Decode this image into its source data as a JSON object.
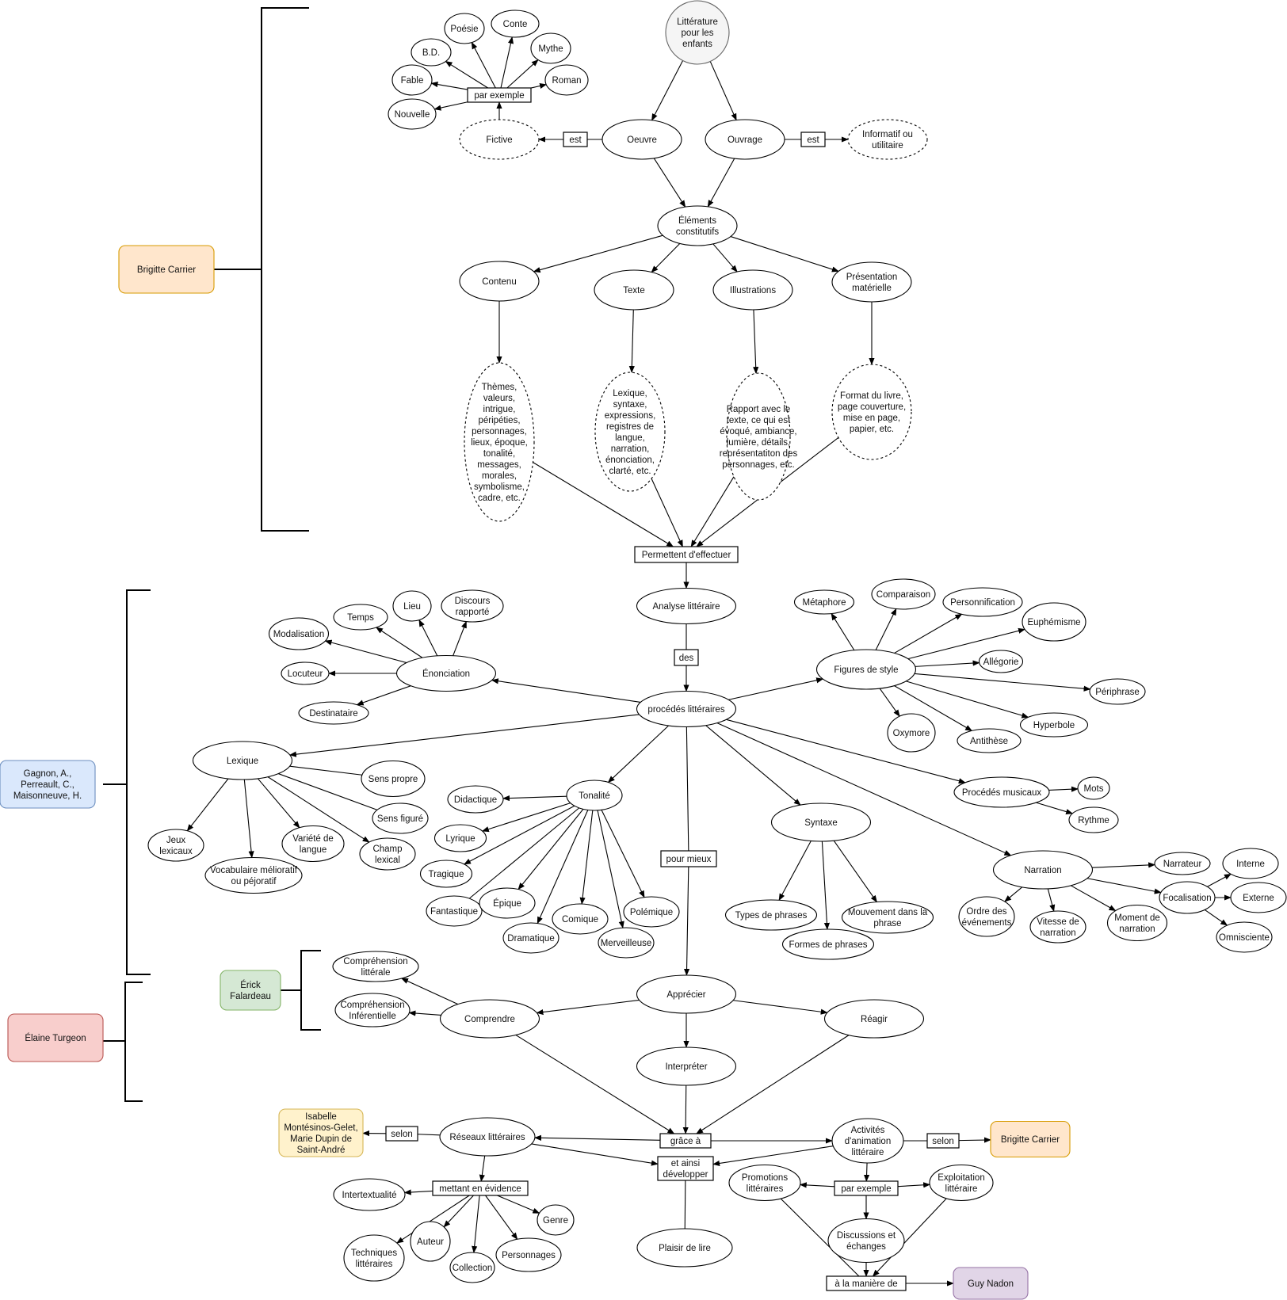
{
  "title": "Littérature pour les enfants",
  "nodes": {
    "root": "Littérature\npour les\nenfants",
    "oeuvre": "Oeuvre",
    "ouvrage": "Ouvrage",
    "est1": "est",
    "est2": "est",
    "fictive": "Fictive",
    "informatif": "Informatif ou\nutilitaire",
    "par_exemple1": "par exemple",
    "nouvelle": "Nouvelle",
    "fable": "Fable",
    "bd": "B.D.",
    "poesie": "Poésie",
    "conte": "Conte",
    "mythe": "Mythe",
    "roman": "Roman",
    "elements": "Éléments\nconstitutifs",
    "contenu": "Contenu",
    "texte": "Texte",
    "illustrations": "Illustrations",
    "presentation": "Présentation\nmatérielle",
    "themes": "Thèmes,\nvaleurs,\nintrigue,\npéripéties,\npersonnages,\nlieux, époque,\ntonalité,\nmessages,\nmorales,\nsymbolisme,\ncadre, etc.",
    "lexique_desc": "Lexique,\nsyntaxe,\nexpressions,\nregistres de\nlangue,\nnarration,\nénonciation,\nclarté, etc.",
    "rapport": "Rapport avec le\ntexte, ce qui est\névoqué, ambiance,\nlumière, détails,\nreprésentatiton des\npersonnages, etc.",
    "format": "Format du livre,\npage couverture,\nmise en page,\npapier, etc.",
    "permettent": "Permettent d'effectuer",
    "analyse": "Analyse littéraire",
    "des": "des",
    "procedes": "procédés littéraires",
    "enonciation": "Énonciation",
    "modalisation": "Modalisation",
    "temps": "Temps",
    "lieu": "Lieu",
    "discours": "Discours\nrapporté",
    "locuteur": "Locuteur",
    "destinataire": "Destinataire",
    "figures": "Figures de style",
    "metaphore": "Métaphore",
    "comparaison": "Comparaison",
    "personnification": "Personnification",
    "euphemisme": "Euphémisme",
    "allegorie": "Allégorie",
    "periphrase": "Périphrase",
    "hyperbole": "Hyperbole",
    "antithese": "Antithèse",
    "oxymore": "Oxymore",
    "lexique": "Lexique",
    "sens_propre": "Sens propre",
    "sens_figure": "Sens figuré",
    "jeux": "Jeux\nlexicaux",
    "vocab": "Vocabulaire mélioratif\nou péjoratif",
    "variete": "Variété de\nlangue",
    "champ": "Champ\nlexical",
    "tonalite": "Tonalité",
    "didactique": "Didactique",
    "lyrique": "Lyrique",
    "tragique": "Tragique",
    "fantastique": "Fantastique",
    "epique": "Épique",
    "dramatique": "Dramatique",
    "comique": "Comique",
    "merveilleuse": "Merveilleuse",
    "polemique": "Polémique",
    "pour_mieux": "pour mieux",
    "syntaxe": "Syntaxe",
    "types_phrases": "Types de phrases",
    "formes_phrases": "Formes de phrases",
    "mouvement": "Mouvement dans la\nphrase",
    "musicaux": "Procédés musicaux",
    "mots": "Mots",
    "rythme": "Rythme",
    "narration": "Narration",
    "narrateur": "Narrateur",
    "focalisation": "Focalisation",
    "interne": "Interne",
    "externe": "Externe",
    "omnisciente": "Omnisciente",
    "ordre": "Ordre des\névénements",
    "vitesse": "Vitesse de\nnarration",
    "moment": "Moment de\nnarration",
    "apprecier": "Apprécier",
    "comprendre": "Comprendre",
    "comp_litterale": "Compréhension\nlittérale",
    "comp_inferentielle": "Compréhension\nInférentielle",
    "reagir": "Réagir",
    "interpreter": "Interpréter",
    "grace": "grâce à",
    "et_ainsi": "et ainsi\ndévelopper",
    "plaisir": "Plaisir de lire",
    "reseaux": "Réseaux littéraires",
    "selon1": "selon",
    "mettant": "mettant en évidence",
    "intertextualite": "Intertextualité",
    "techniques": "Techniques\nlittéraires",
    "auteur": "Auteur",
    "collection": "Collection",
    "personnages": "Personnages",
    "genre": "Genre",
    "activites": "Activités\nd'animation\nlittéraire",
    "selon2": "selon",
    "par_exemple2": "par exemple",
    "promotions": "Promotions\nlittéraires",
    "exploitation": "Exploitation\nlittéraire",
    "discussions": "Discussions et\néchanges",
    "maniere": "à la manière de"
  },
  "authors": {
    "carrier1": "Brigitte Carrier",
    "gagnon": "Gagnon, A.,\nPerreault, C.,\nMaisonneuve, H.",
    "falardeau": "Érick\nFalardeau",
    "turgeon": "Élaine Turgeon",
    "montesinos": "Isabelle\nMontésinos-Gelet,\nMarie Dupin de\nSaint-André",
    "carrier2": "Brigitte Carrier",
    "nadon": "Guy Nadon"
  },
  "colors": {
    "root_fill": "#f5f5f5",
    "orange_fill": "#ffe6cc",
    "orange_stroke": "#d79b00",
    "blue_fill": "#dae8fc",
    "blue_stroke": "#6c8ebf",
    "green_fill": "#d5e8d4",
    "green_stroke": "#82b366",
    "red_fill": "#f8cecc",
    "red_stroke": "#b85450",
    "yellow_fill": "#fff2cc",
    "yellow_stroke": "#d6b656",
    "purple_fill": "#e1d5e7",
    "purple_stroke": "#9673a6"
  }
}
